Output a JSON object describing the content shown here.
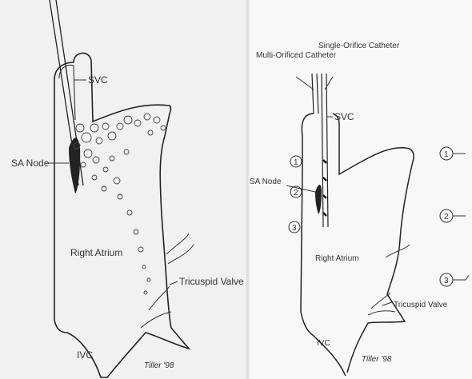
{
  "left_figure": {
    "labels": {
      "svc": "SVC",
      "sa_node": "SA Node",
      "right_atrium": "Right Atrium",
      "tricuspid_valve": "Tricuspid Valve",
      "ivc": "IVC"
    },
    "signature": "Tiller '98"
  },
  "right_figure": {
    "labels": {
      "multi_orificed_catheter": "Multi-Orificed Catheter",
      "single_orifice_catheter": "Single-Orifice Catheter",
      "svc": "SVC",
      "sa_node": "SA Node",
      "right_atrium": "Right Atrium",
      "tricuspid_valve": "Tricuspid Valve",
      "ivc": "IVC"
    },
    "markers": [
      "1",
      "2",
      "3"
    ],
    "side_markers": [
      "1",
      "2",
      "3"
    ],
    "signature": "Tiller '98"
  }
}
